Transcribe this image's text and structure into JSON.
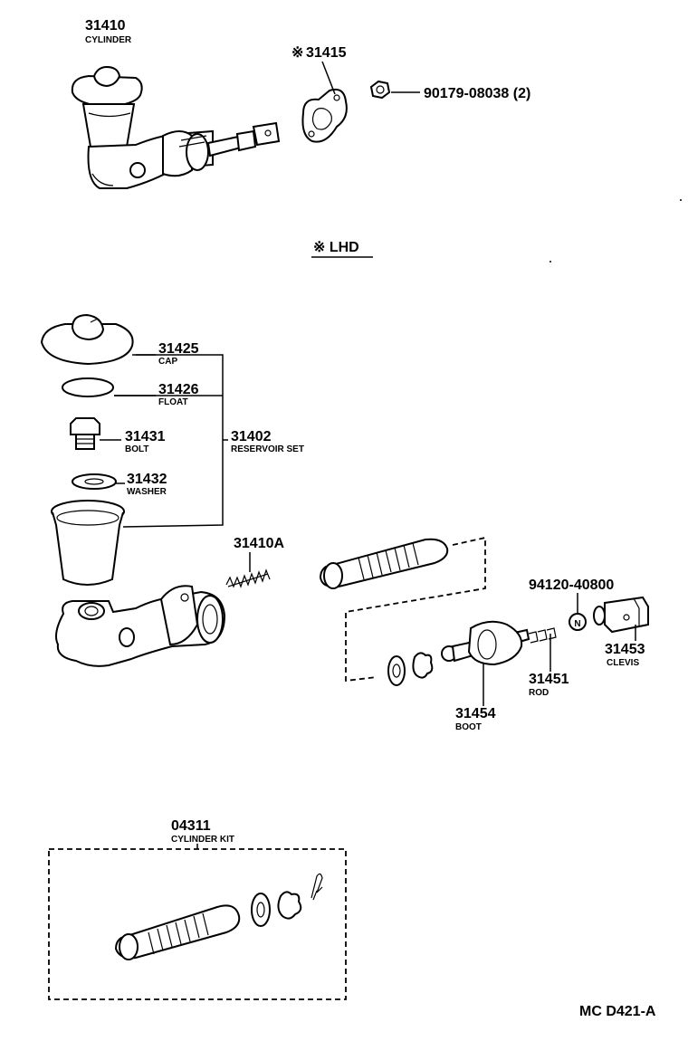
{
  "parts": {
    "p31410": {
      "number": "31410",
      "name": "CYLINDER"
    },
    "p31415": {
      "mark": "※",
      "number": "31415"
    },
    "p90179": {
      "number": "90179-08038 (2)"
    },
    "p31425": {
      "number": "31425",
      "name": "CAP"
    },
    "p31426": {
      "number": "31426",
      "name": "FLOAT"
    },
    "p31431": {
      "number": "31431",
      "name": "BOLT"
    },
    "p31432": {
      "number": "31432",
      "name": "WASHER"
    },
    "p31402": {
      "number": "31402",
      "name": "RESERVOIR SET"
    },
    "p31410A": {
      "number": "31410A"
    },
    "p94120": {
      "number": "94120-40800"
    },
    "p31453": {
      "number": "31453",
      "name": "CLEVIS"
    },
    "p31451": {
      "number": "31451",
      "name": "ROD"
    },
    "p31454": {
      "number": "31454",
      "name": "BOOT"
    },
    "p04311": {
      "number": "04311",
      "name": "CYLINDER KIT"
    }
  },
  "note": {
    "text": "※ LHD"
  },
  "nut_symbol": "N",
  "drawing_code": "MC D421-A"
}
